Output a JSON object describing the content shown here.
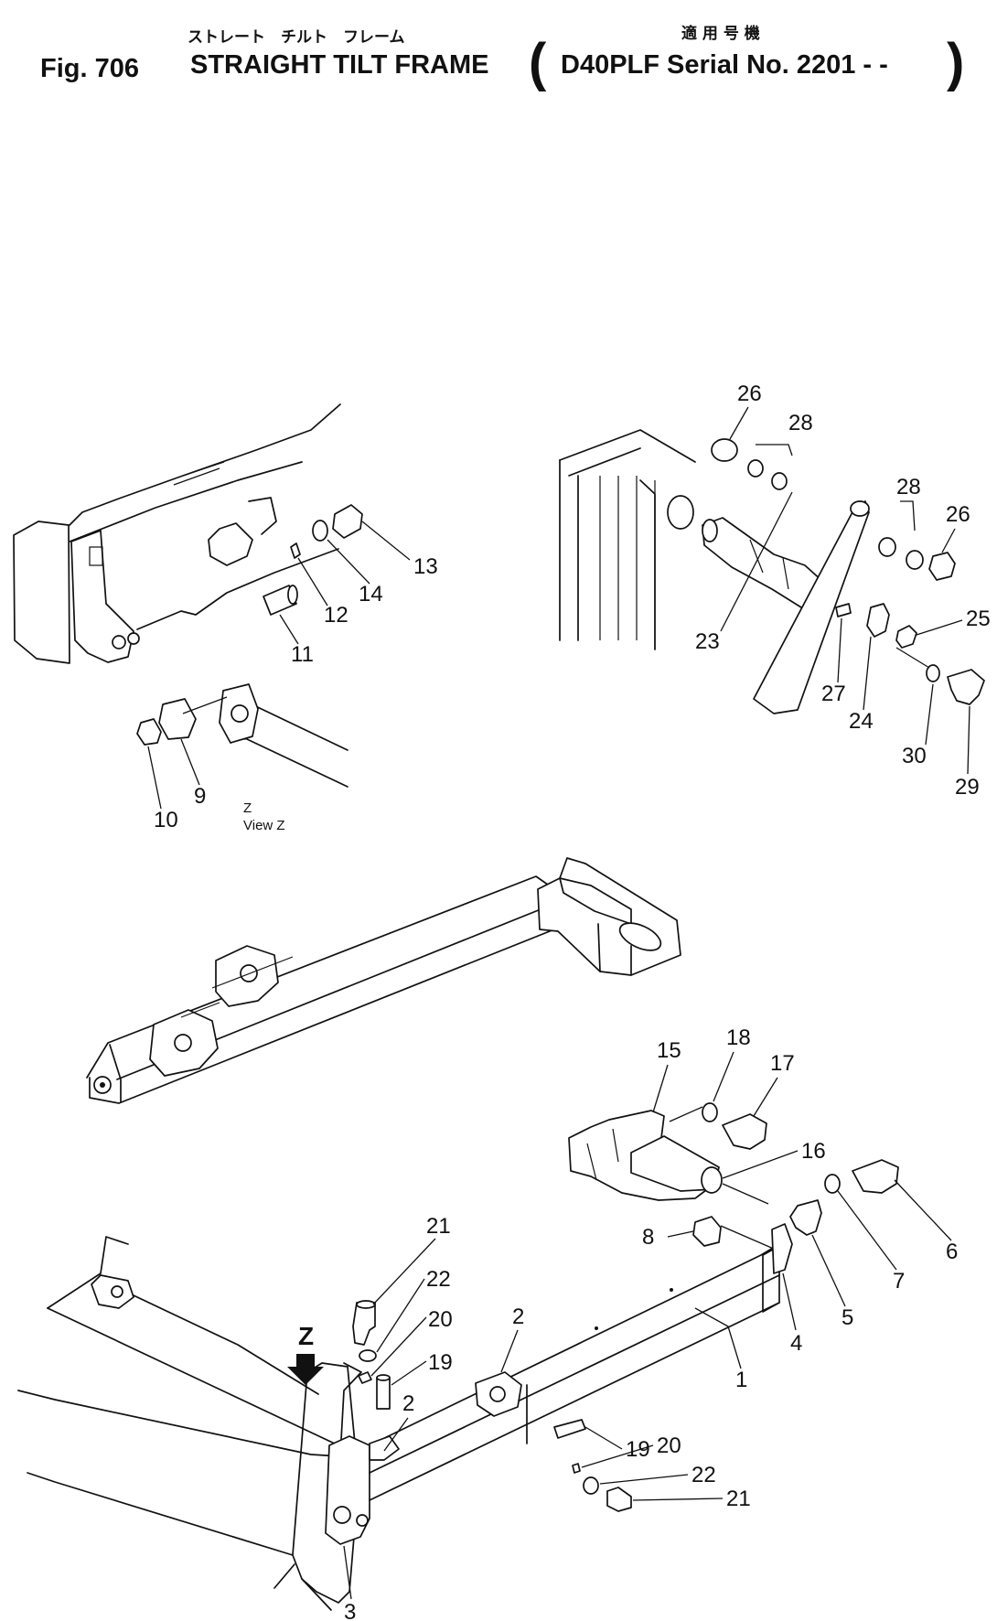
{
  "header": {
    "fig": "Fig. 706",
    "title": "STRAIGHT TILT FRAME",
    "jp_title": "ストレート　チルト　フレーム",
    "jp_applicable": "適 用 号 機",
    "serial": "D40PLF Serial No. 2201 - -",
    "paren_open": "(",
    "paren_close": ")"
  },
  "view": {
    "arrow_label": "Z",
    "inset_code": "Z",
    "inset_caption": "View Z"
  },
  "labels": {
    "p1": "1",
    "p2": "2",
    "p3": "3",
    "p4": "4",
    "p5": "5",
    "p6": "6",
    "p7": "7",
    "p8": "8",
    "p9": "9",
    "p10": "10",
    "p11": "11",
    "p12": "12",
    "p13": "13",
    "p14": "14",
    "p15": "15",
    "p16": "16",
    "p17": "17",
    "p18": "18",
    "p19": "19",
    "p20": "20",
    "p21": "21",
    "p22": "22",
    "p23": "23",
    "p24": "24",
    "p25": "25",
    "p26": "26",
    "p27": "27",
    "p28": "28",
    "p29": "29",
    "p30": "30"
  }
}
